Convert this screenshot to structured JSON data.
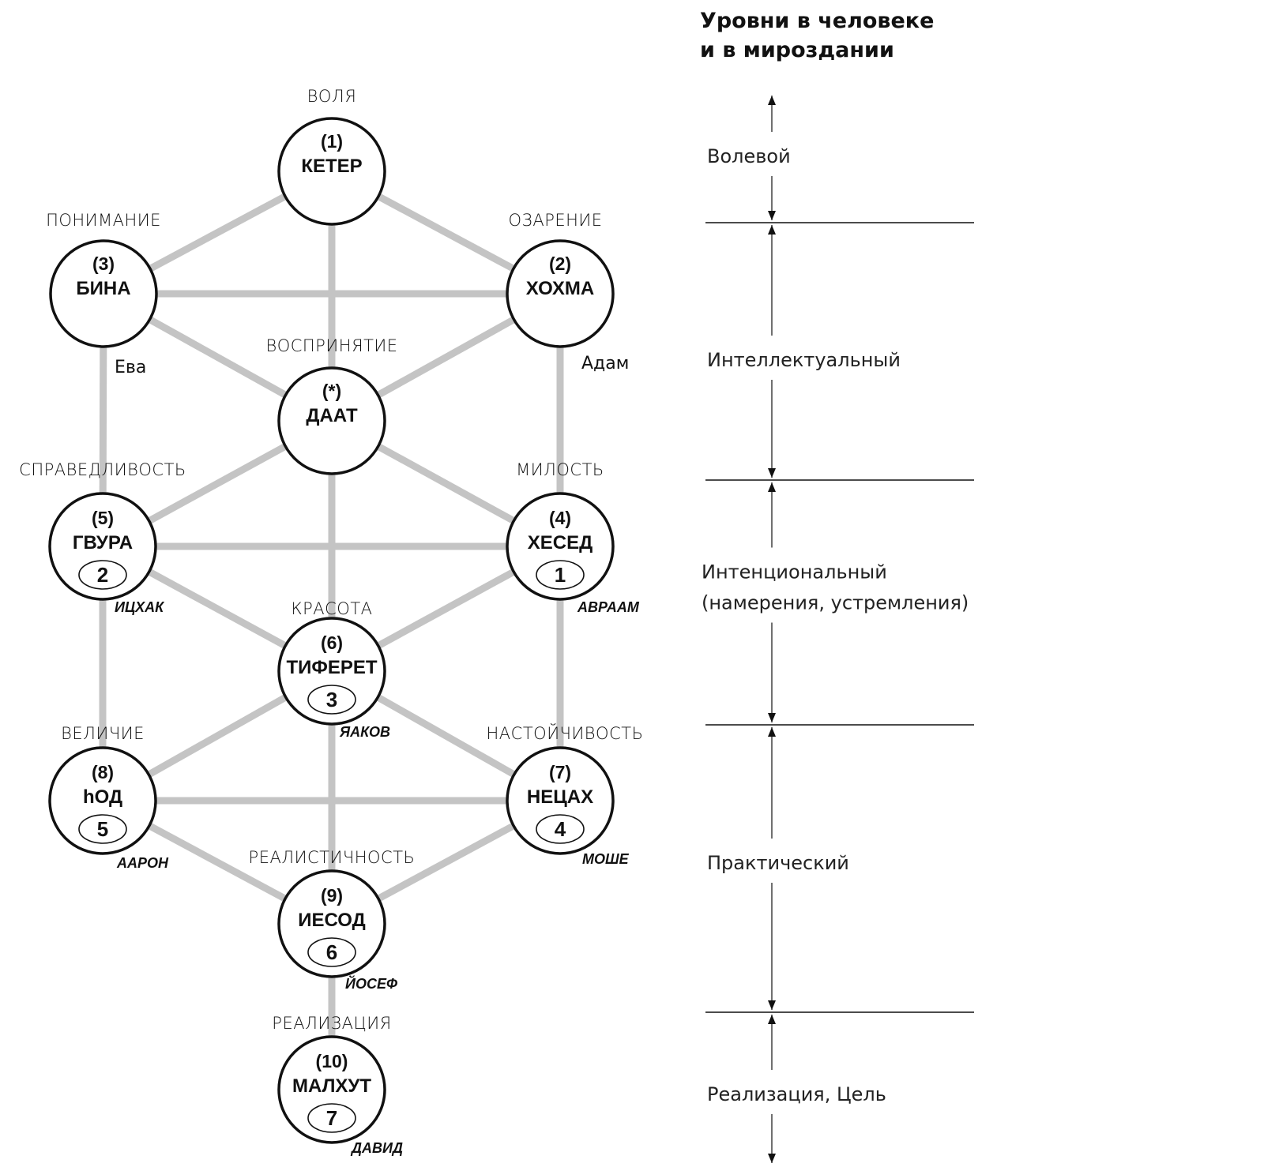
{
  "title": {
    "line1": "Уровни в человеке",
    "line2": "и в мироздании"
  },
  "sefirot": [
    {
      "id": "keter",
      "number": "(1)",
      "name": "КЕТЕР",
      "quality": "ВОЛЯ",
      "badge": null,
      "patriarch": null
    },
    {
      "id": "hokhma",
      "number": "(2)",
      "name": "ХОХМА",
      "quality": "ОЗАРЕНИЕ",
      "badge": null,
      "patriarch": null
    },
    {
      "id": "bina",
      "number": "(3)",
      "name": "БИНА",
      "quality": "ПОНИМАНИЕ",
      "badge": null,
      "patriarch": null
    },
    {
      "id": "daat",
      "number": "(*)",
      "name": "ДААТ",
      "quality": "ВОСПРИНЯТИЕ",
      "badge": null,
      "patriarch": null
    },
    {
      "id": "hesed",
      "number": "(4)",
      "name": "ХЕСЕД",
      "quality": "МИЛОСТЬ",
      "badge": "1",
      "patriarch": "АВРААМ"
    },
    {
      "id": "gvura",
      "number": "(5)",
      "name": "ГВУРА",
      "quality": "СПРАВЕДЛИВОСТЬ",
      "badge": "2",
      "patriarch": "ИЦХАК"
    },
    {
      "id": "tiferet",
      "number": "(6)",
      "name": "ТИФЕРЕТ",
      "quality": "КРАСОТА",
      "badge": "3",
      "patriarch": "ЯАКОВ"
    },
    {
      "id": "netsah",
      "number": "(7)",
      "name": "НЕЦАХ",
      "quality": "НАСТОЙЧИВОСТЬ",
      "badge": "4",
      "patriarch": "МОШЕ"
    },
    {
      "id": "hod",
      "number": "(8)",
      "name": "hОД",
      "quality": "ВЕЛИЧИЕ",
      "badge": "5",
      "patriarch": "ААРОН"
    },
    {
      "id": "yesod",
      "number": "(9)",
      "name": "ИЕСОД",
      "quality": "РЕАЛИСТИЧНОСТЬ",
      "badge": "6",
      "patriarch": "ЙОСЕФ"
    },
    {
      "id": "malkhut",
      "number": "(10)",
      "name": "МАЛХУТ",
      "quality": "РЕАЛИЗАЦИЯ",
      "badge": "7",
      "patriarch": "ДАВИД"
    }
  ],
  "edges": [
    [
      "keter",
      "bina"
    ],
    [
      "keter",
      "hokhma"
    ],
    [
      "keter",
      "daat"
    ],
    [
      "bina",
      "hokhma"
    ],
    [
      "bina",
      "daat"
    ],
    [
      "hokhma",
      "daat"
    ],
    [
      "bina",
      "gvura"
    ],
    [
      "hokhma",
      "hesed"
    ],
    [
      "daat",
      "gvura"
    ],
    [
      "daat",
      "hesed"
    ],
    [
      "daat",
      "tiferet"
    ],
    [
      "gvura",
      "hesed"
    ],
    [
      "gvura",
      "tiferet"
    ],
    [
      "hesed",
      "tiferet"
    ],
    [
      "gvura",
      "hod"
    ],
    [
      "hesed",
      "netsah"
    ],
    [
      "tiferet",
      "hod"
    ],
    [
      "tiferet",
      "netsah"
    ],
    [
      "tiferet",
      "yesod"
    ],
    [
      "hod",
      "netsah"
    ],
    [
      "hod",
      "yesod"
    ],
    [
      "netsah",
      "yesod"
    ],
    [
      "yesod",
      "malkhut"
    ]
  ],
  "pillar_labels": {
    "left": "Ева",
    "right": "Адам"
  },
  "levels": [
    {
      "id": "volitional",
      "lines": [
        "Волевой"
      ]
    },
    {
      "id": "intellectual",
      "lines": [
        "Интеллектуальный"
      ]
    },
    {
      "id": "intentional",
      "lines": [
        "Интенциональный",
        "(намерения, устремления)"
      ]
    },
    {
      "id": "practical",
      "lines": [
        "Практический"
      ]
    },
    {
      "id": "realization",
      "lines": [
        "Реализация, Цель"
      ]
    }
  ]
}
